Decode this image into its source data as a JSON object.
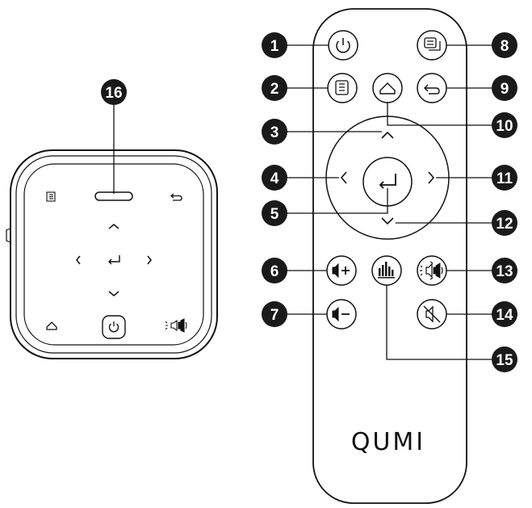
{
  "colors": {
    "ink": "#111111",
    "callout_fill": "#1a1a1a",
    "callout_text": "#ffffff",
    "background": "#ffffff"
  },
  "remote": {
    "logo": "QUMI",
    "buttons": [
      {
        "id": 1,
        "function": "power",
        "icon": "power-icon"
      },
      {
        "id": 2,
        "function": "menu",
        "icon": "menu-icon"
      },
      {
        "id": 3,
        "function": "up",
        "icon": "chevron-up-icon"
      },
      {
        "id": 4,
        "function": "left",
        "icon": "chevron-left-icon"
      },
      {
        "id": 5,
        "function": "enter",
        "icon": "enter-icon"
      },
      {
        "id": 6,
        "function": "volume-up",
        "icon": "volume-up-icon"
      },
      {
        "id": 7,
        "function": "volume-down",
        "icon": "volume-down-icon"
      },
      {
        "id": 8,
        "function": "source",
        "icon": "source-icon"
      },
      {
        "id": 9,
        "function": "back",
        "icon": "back-icon"
      },
      {
        "id": 10,
        "function": "home",
        "icon": "home-icon"
      },
      {
        "id": 11,
        "function": "right",
        "icon": "chevron-right-icon"
      },
      {
        "id": 12,
        "function": "down",
        "icon": "chevron-down-icon"
      },
      {
        "id": 13,
        "function": "bluetooth-speaker",
        "icon": "speaker-mode-icon"
      },
      {
        "id": 14,
        "function": "mute",
        "icon": "mute-icon"
      },
      {
        "id": 15,
        "function": "equalizer",
        "icon": "equalizer-icon"
      }
    ]
  },
  "projector": {
    "callout": 16,
    "controls": [
      "menu-icon",
      "led-bar",
      "back-icon",
      "chevron-up-icon",
      "chevron-left-icon",
      "enter-icon",
      "chevron-right-icon",
      "chevron-down-icon",
      "home-icon",
      "power-icon",
      "speaker-mode-icon"
    ]
  },
  "callouts": {
    "c1": "1",
    "c2": "2",
    "c3": "3",
    "c4": "4",
    "c5": "5",
    "c6": "6",
    "c7": "7",
    "c8": "8",
    "c9": "9",
    "c10": "10",
    "c11": "11",
    "c12": "12",
    "c13": "13",
    "c14": "14",
    "c15": "15",
    "c16": "16"
  }
}
